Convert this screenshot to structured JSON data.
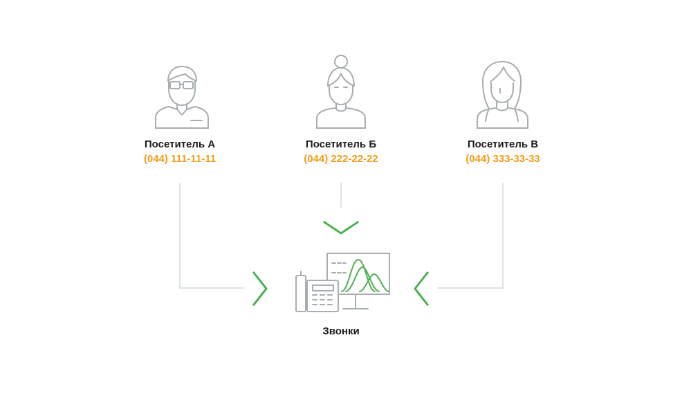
{
  "visitors": [
    {
      "name": "Посетитель А",
      "phone": "(044) 111-11-11",
      "icon": "man-with-glasses-icon"
    },
    {
      "name": "Посетитель Б",
      "phone": "(044) 222-22-22",
      "icon": "woman-with-bun-icon"
    },
    {
      "name": "Посетитель В",
      "phone": "(044) 333-33-33",
      "icon": "woman-long-hair-icon"
    }
  ],
  "target": {
    "label": "Звонки",
    "icon": "phone-and-monitor-chart-icon"
  },
  "colors": {
    "icon_stroke": "#a7adb0",
    "arrow": "#4caf50",
    "phone_text": "#f59c1a",
    "name_text": "#1b1b1b",
    "connector": "#dbe3e7",
    "chart_curve": "#4caf50"
  }
}
